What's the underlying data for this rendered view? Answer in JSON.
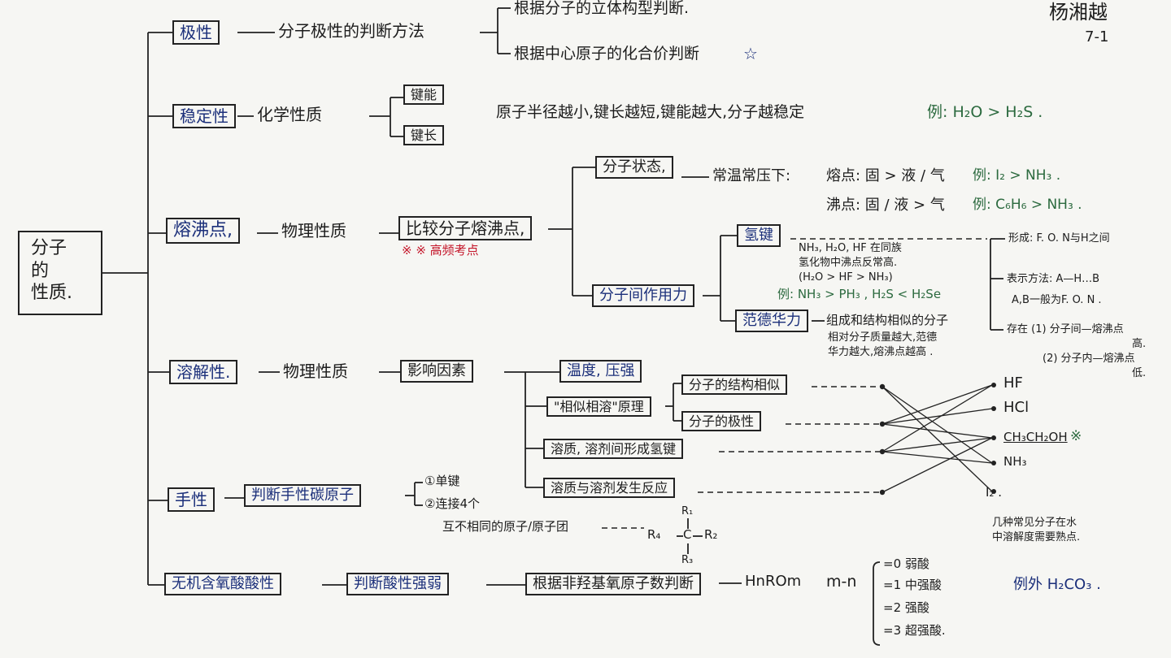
{
  "author": "杨湘越",
  "page_no": "7-1",
  "root": {
    "line1": "分子",
    "line2": "的",
    "line3": "性质."
  },
  "polarity": {
    "label": "极性",
    "method": "分子极性的判断方法",
    "ways": [
      "根据分子的立体构型判断.",
      "根据中心原子的化合价判断"
    ],
    "star": "☆"
  },
  "stability": {
    "label": "稳定性",
    "kind": "化学性质",
    "factors": [
      "键能",
      "键长"
    ],
    "rule": "原子半径越小,键长越短,键能越大,分子越稳定",
    "example": "例: H₂O > H₂S ."
  },
  "melting": {
    "label": "熔沸点,",
    "kind": "物理性质",
    "compare": "比较分子熔沸点,",
    "note": "※ ※ 高频考点",
    "state": {
      "label": "分子状态,",
      "condition": "常温常压下:",
      "mp": "熔点: 固 > 液 / 气",
      "mp_ex": "例: I₂ > NH₃ .",
      "bp": "沸点: 固 / 液 > 气",
      "bp_ex": "例: C₆H₆ > NH₃ ."
    },
    "force": {
      "label": "分子间作用力",
      "hbond": "氢键",
      "hbond_desc": [
        "NH₃, H₂O, HF 在同族",
        "氢化物中沸点反常高.",
        "(H₂O > HF > NH₃)"
      ],
      "hbond_ex": "例: NH₃ > PH₃ , H₂S < H₂Se",
      "vdw": "范德华力",
      "vdw_desc": [
        "组成和结构相似的分子",
        "相对分子质量越大,范德",
        "华力越大,熔沸点越高 ."
      ]
    },
    "hbond_notes": {
      "form": "形成: F. O. N与H之间",
      "express": "表示方法: A—H…B",
      "ab": "A,B一般为F. O. N .",
      "exist1": "存在 (1) 分子间—熔沸点",
      "exist1b": "高.",
      "exist2": "(2) 分子内—熔沸点",
      "exist2b": "低."
    }
  },
  "solubility": {
    "label": "溶解性.",
    "kind": "物理性质",
    "factors_label": "影响因素",
    "temp": "温度, 压强",
    "similar": "\"相似相溶\"原理",
    "similar_subs": [
      "分子的结构相似",
      "分子的极性"
    ],
    "hbond": "溶质, 溶剂间形成氢键",
    "react": "溶质与溶剂发生反应",
    "molecules": [
      "HF",
      "HCl",
      "CH₃CH₂OH",
      "NH₃",
      "I₂ ."
    ],
    "mol_star": "※",
    "footnote": [
      "几种常见分子在水",
      "中溶解度需要熟点."
    ]
  },
  "chirality": {
    "label": "手性",
    "judge": "判断手性碳原子",
    "c1": "①单键",
    "c2": "②连接4个",
    "c3": "互不相同的原子/原子团",
    "carbon": {
      "r1": "R₁",
      "r2": "R₂",
      "r3": "R₃",
      "r4": "R₄",
      "c": "C"
    }
  },
  "acidity": {
    "label": "无机含氧酸酸性",
    "judge": "判断酸性强弱",
    "basis": "根据非羟基氧原子数判断",
    "formula": "HnROm",
    "mn": "m-n",
    "levels": [
      "=0 弱酸",
      "=1 中强酸",
      "=2 强酸",
      "=3 超强酸."
    ],
    "exception": "例外 H₂CO₃ ."
  }
}
